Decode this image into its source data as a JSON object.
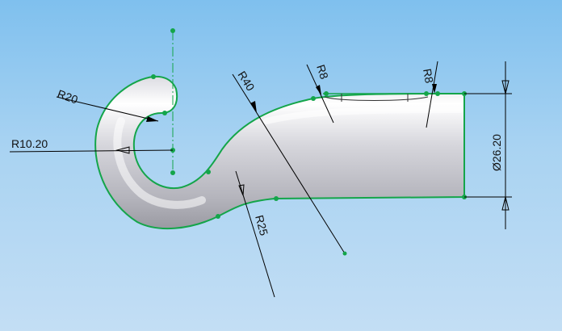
{
  "viewport": {
    "background_top": "#7fc0ee",
    "background_bottom": "#c3def4"
  },
  "colors": {
    "edge": "#14a54a",
    "sketch_point": "#14a54a",
    "dimension_line": "#000000",
    "part_light": "#ffffff",
    "part_mid": "#c8c8ce",
    "part_dark": "#8e8e96"
  },
  "dimensions": {
    "r20": "R20",
    "r10_20": "R10.20",
    "r40": "R40",
    "r8_left": "R8",
    "r8_right": "R8",
    "r25": "R25",
    "diameter": "Ø26.20"
  }
}
